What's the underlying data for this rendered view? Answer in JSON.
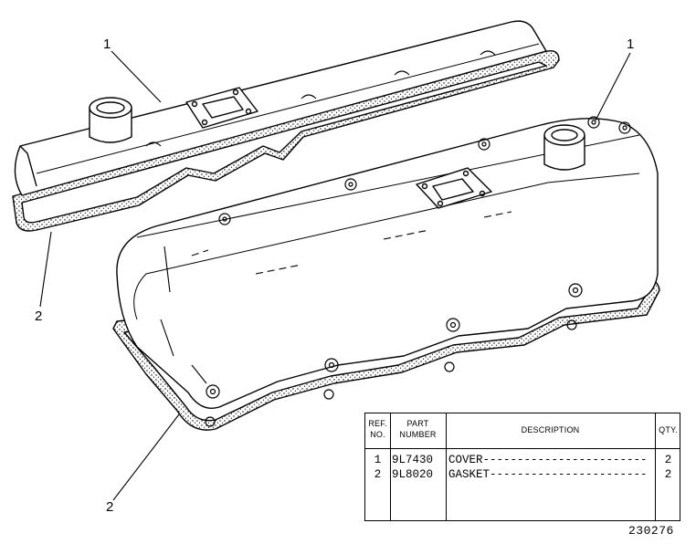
{
  "callouts": {
    "top_left_cover": "1",
    "top_right_cover": "1",
    "left_gasket": "2",
    "bottom_gasket": "2"
  },
  "table": {
    "headers": {
      "ref": "REF.\nNO.",
      "part_number": "PART\nNUMBER",
      "description": "DESCRIPTION",
      "qty": "QTY."
    },
    "rows": [
      {
        "ref": "1",
        "part_number": "9L7430",
        "description": "COVER------------------------",
        "qty": "2"
      },
      {
        "ref": "2",
        "part_number": "9L8020",
        "description": "GASKET-----------------------",
        "qty": "2"
      }
    ]
  },
  "figure_number": "230276"
}
